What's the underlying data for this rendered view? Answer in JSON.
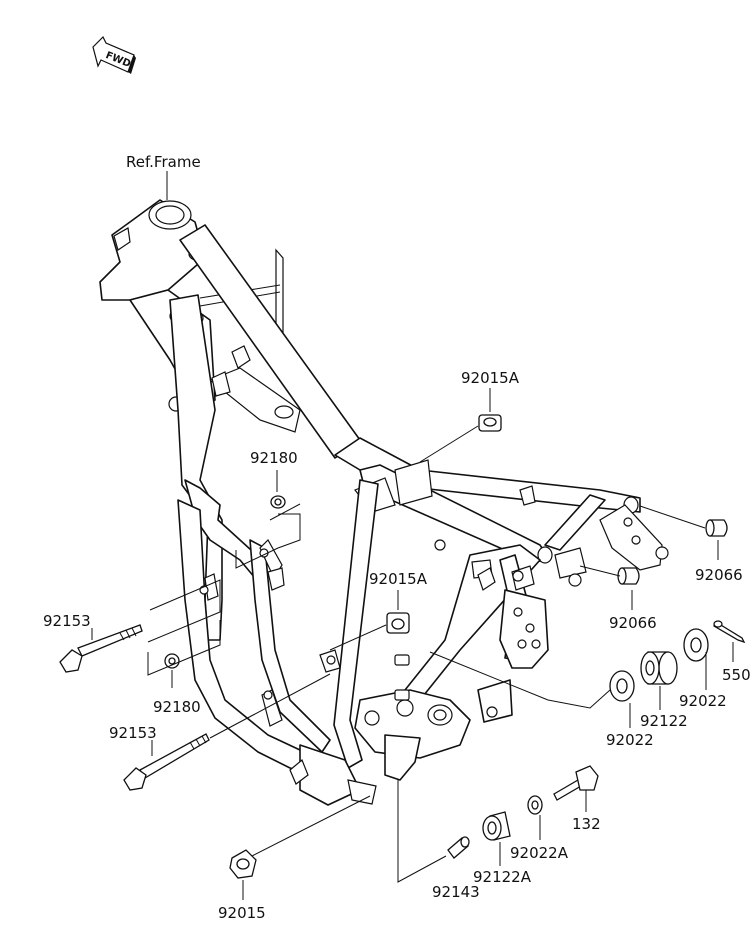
{
  "direction_indicator": {
    "text": "FWD"
  },
  "frame_label": "Ref.Frame",
  "parts": [
    {
      "id": "p0",
      "number": "92015A"
    },
    {
      "id": "p1",
      "number": "92180"
    },
    {
      "id": "p2",
      "number": "92015A"
    },
    {
      "id": "p3",
      "number": "92066"
    },
    {
      "id": "p4",
      "number": "92066"
    },
    {
      "id": "p5",
      "number": "92153"
    },
    {
      "id": "p6",
      "number": "92180"
    },
    {
      "id": "p7",
      "number": "92153"
    },
    {
      "id": "p8",
      "number": "550"
    },
    {
      "id": "p9",
      "number": "92022"
    },
    {
      "id": "p10",
      "number": "92122"
    },
    {
      "id": "p11",
      "number": "92022"
    },
    {
      "id": "p12",
      "number": "132"
    },
    {
      "id": "p13",
      "number": "92022A"
    },
    {
      "id": "p14",
      "number": "92122A"
    },
    {
      "id": "p15",
      "number": "92143"
    },
    {
      "id": "p16",
      "number": "92015"
    }
  ]
}
